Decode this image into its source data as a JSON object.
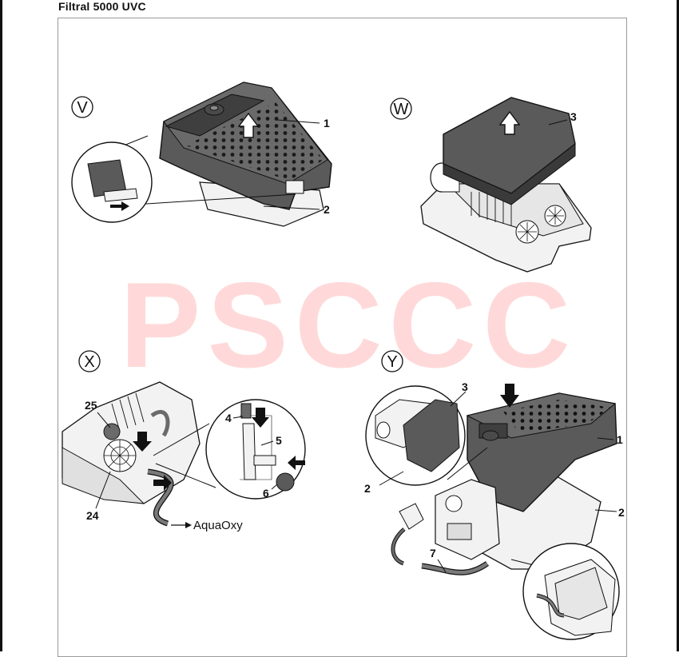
{
  "document": {
    "title": "Filtral 5000 UVC"
  },
  "watermark": "PSCCC",
  "panels": {
    "V": {
      "letter": "V",
      "callouts": [
        "1",
        "2"
      ]
    },
    "W": {
      "letter": "W",
      "callouts": [
        "3"
      ]
    },
    "X": {
      "letter": "X",
      "callouts": [
        "25",
        "4",
        "5",
        "6",
        "24"
      ],
      "annotation": "AquaOxy"
    },
    "Y": {
      "letter": "Y",
      "callouts": [
        "3",
        "1",
        "2",
        "2",
        "7"
      ]
    }
  },
  "colors": {
    "housing": "#5a5a5a",
    "housing_dark": "#3a3a3a",
    "light_part": "#f2f2f2",
    "outline": "#111111",
    "watermark": "#ffd9d9"
  }
}
